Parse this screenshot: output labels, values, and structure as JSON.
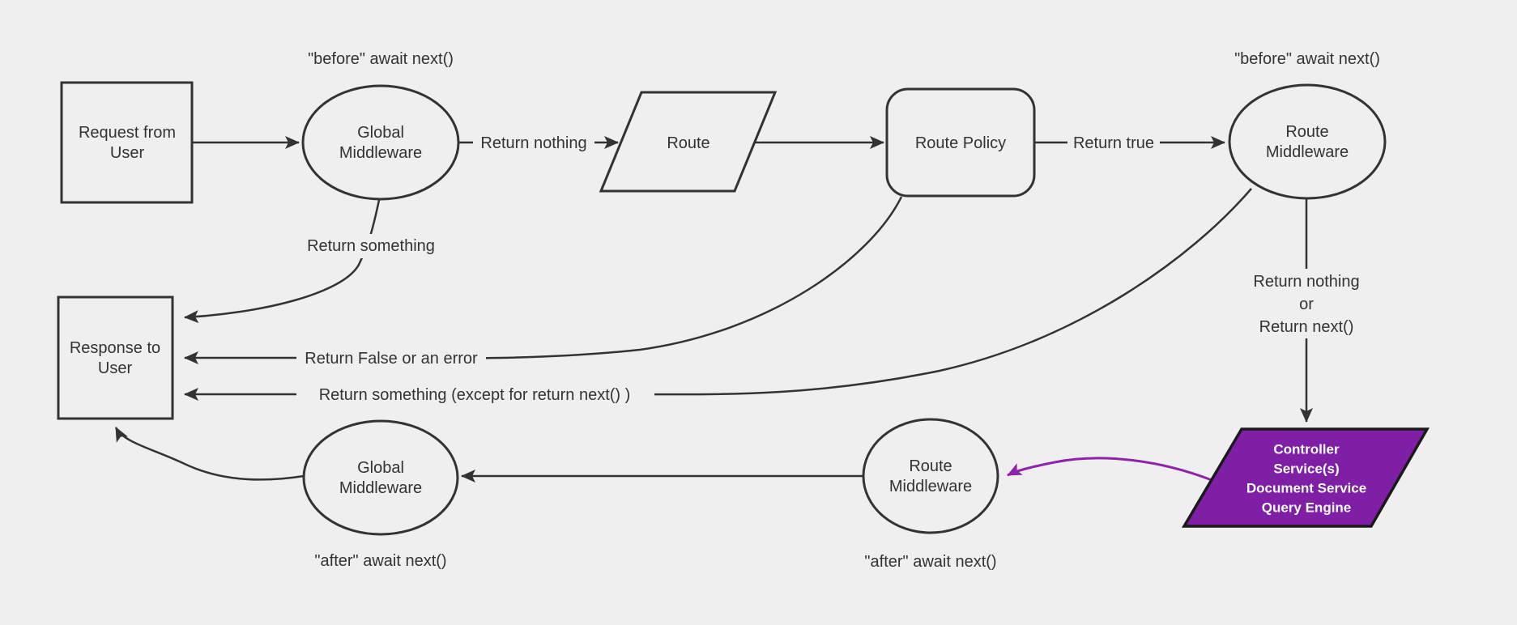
{
  "diagram": {
    "title": "middleware-request-response-flowchart",
    "background": "#efefef",
    "stroke_color": "#333333",
    "text_color": "#333333",
    "highlight_fill": "#7e1fa6",
    "highlight_stroke": "#1a1a1a",
    "highlight_edge_color": "#8e24aa",
    "highlight_text_color": "#ffffff",
    "nodes": {
      "request_from_user": {
        "shape": "rectangle",
        "lines": [
          "Request from",
          "User"
        ]
      },
      "global_middleware_top": {
        "shape": "ellipse",
        "lines": [
          "Global",
          "Middleware"
        ],
        "annotation": "\"before\" await next()"
      },
      "route": {
        "shape": "parallelogram",
        "lines": [
          "Route"
        ]
      },
      "route_policy": {
        "shape": "rounded-rectangle",
        "lines": [
          "Route Policy"
        ]
      },
      "route_middleware_top": {
        "shape": "ellipse",
        "lines": [
          "Route",
          "Middleware"
        ],
        "annotation": "\"before\" await next()"
      },
      "response_to_user": {
        "shape": "rectangle",
        "lines": [
          "Response to",
          "User"
        ]
      },
      "global_middleware_bottom": {
        "shape": "ellipse",
        "lines": [
          "Global",
          "Middleware"
        ],
        "annotation": "\"after\" await next()"
      },
      "route_middleware_bottom": {
        "shape": "ellipse",
        "lines": [
          "Route",
          "Middleware"
        ],
        "annotation": "\"after\" await next()"
      },
      "controller_services": {
        "shape": "parallelogram",
        "lines": [
          "Controller",
          "Service(s)",
          "Document Service",
          "Query Engine"
        ],
        "fill": "#7e1fa6",
        "text_color": "#ffffff"
      }
    },
    "edges": [
      {
        "from": "request_from_user",
        "to": "global_middleware_top",
        "label": ""
      },
      {
        "from": "global_middleware_top",
        "to": "route",
        "label": "Return nothing"
      },
      {
        "from": "route",
        "to": "route_policy",
        "label": ""
      },
      {
        "from": "route_policy",
        "to": "route_middleware_top",
        "label": "Return true"
      },
      {
        "from": "global_middleware_top",
        "to": "response_to_user",
        "label": "Return something"
      },
      {
        "from": "route_policy",
        "to": "response_to_user",
        "label": "Return False or an error"
      },
      {
        "from": "route_middleware_top",
        "to": "response_to_user",
        "label": "Return something (except for return next() )"
      },
      {
        "from": "route_middleware_top",
        "to": "controller_services",
        "label_lines": [
          "Return nothing",
          "or",
          "Return next()"
        ]
      },
      {
        "from": "controller_services",
        "to": "route_middleware_bottom",
        "label": "",
        "color": "#8e24aa"
      },
      {
        "from": "route_middleware_bottom",
        "to": "global_middleware_bottom",
        "label": ""
      },
      {
        "from": "global_middleware_bottom",
        "to": "response_to_user",
        "label": ""
      }
    ]
  }
}
